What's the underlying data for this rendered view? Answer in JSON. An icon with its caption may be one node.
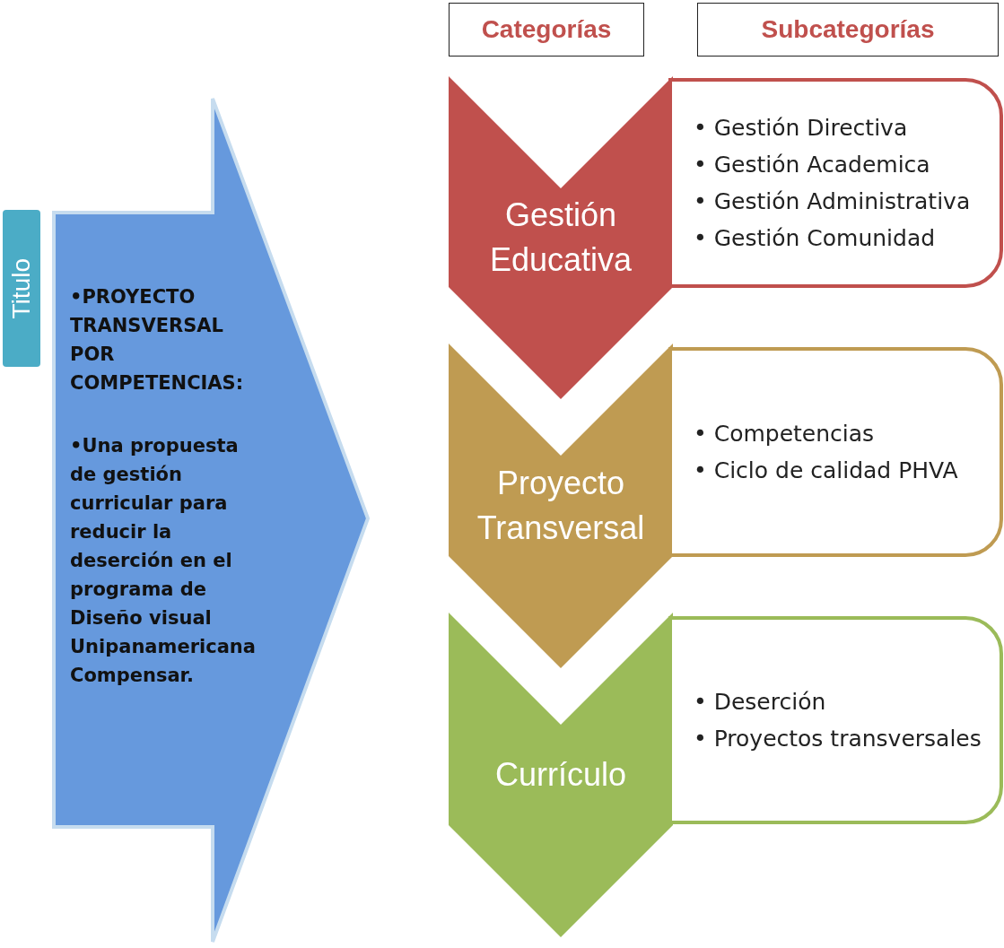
{
  "diagram": {
    "nodes": [
      {
        "text": [
          "Categorías"
        ]
      },
      {
        "text": [
          "Subcategorías"
        ]
      },
      {
        "text": [
          "•PROYECTO TRANSVERSAL POR COMPETENCIAS:",
          "•Una propuesta de gestión curricular para reducir la deserción en el programa de Diseño visual Unipanamericana Compensar."
        ]
      },
      {
        "text": [
          "Titulo"
        ]
      },
      {
        "text": [
          "Gestión Educativa"
        ]
      },
      {
        "text": [
          "• Gestión Directiva",
          "• Gestión Academica",
          "• Gestión Administrativa",
          "• Gestión Comunidad"
        ]
      },
      {
        "text": [
          "Proyecto Transversal"
        ]
      },
      {
        "text": [
          "• Competencias",
          "• Ciclo de calidad PHVA"
        ]
      },
      {
        "text": [
          "Currículo"
        ]
      },
      {
        "text": [
          "• Deserción",
          "• Proyectos transversales"
        ]
      }
    ]
  }
}
